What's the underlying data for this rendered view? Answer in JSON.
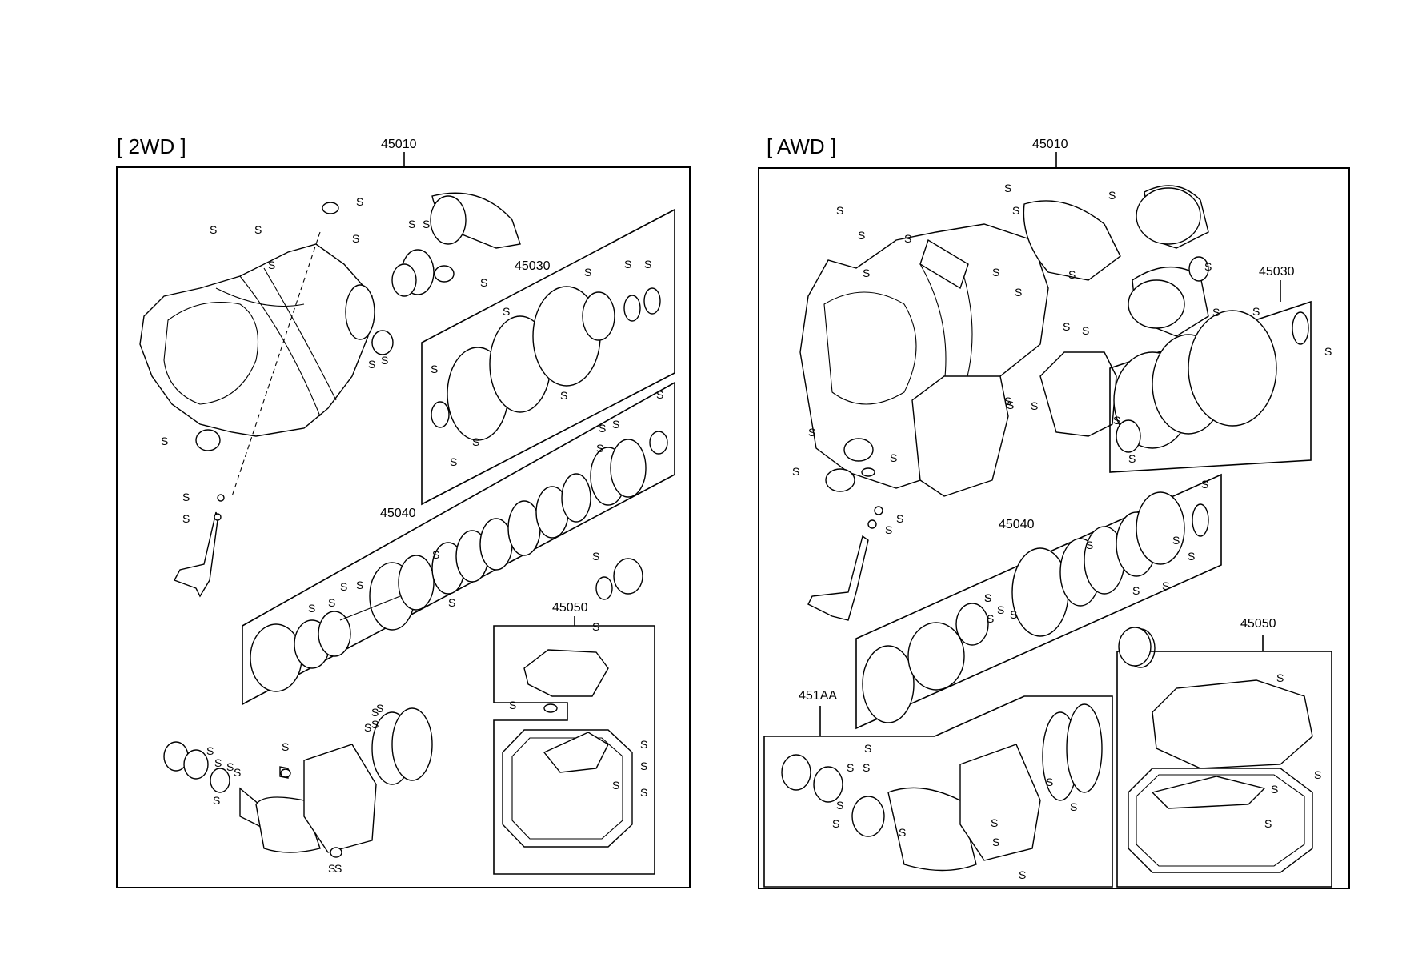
{
  "panels": {
    "left": {
      "title": "[ 2WD ]",
      "main_part": "45010",
      "groups": {
        "g45030": "45030",
        "g45040": "45040",
        "g45050": "45050"
      }
    },
    "right": {
      "title": "[ AWD ]",
      "main_part": "45010",
      "groups": {
        "g45030": "45030",
        "g45040": "45040",
        "g45050": "45050",
        "g451AA": "451AA"
      }
    }
  },
  "callout_text": "S"
}
